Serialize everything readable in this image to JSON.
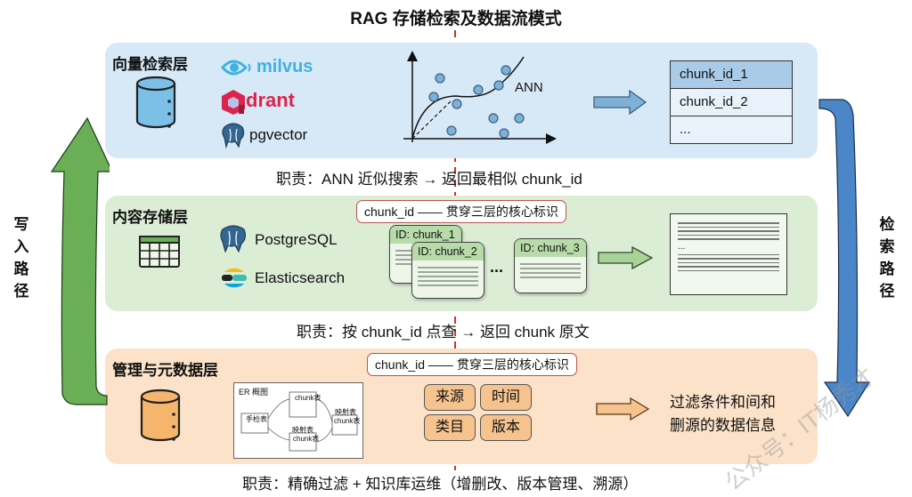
{
  "title": "RAG 存储检索及数据流模式",
  "core_id_label": "chunk_id —— 贯穿三层的核心标识",
  "write_path": {
    "label": "写入路径",
    "chars": [
      "写",
      "入",
      "路",
      "径"
    ],
    "color": "#6aaf55"
  },
  "retrieve_path": {
    "label": "检索路径",
    "chars": [
      "检",
      "索",
      "路",
      "径"
    ],
    "color": "#4a86c8"
  },
  "layers": {
    "vector": {
      "title": "向量检索层",
      "color": "#d7e9f7",
      "products": [
        "milvus",
        "drant",
        "pgvector"
      ],
      "chart_label": "ANN",
      "result_rows": [
        "chunk_id_1",
        "chunk_id_2",
        "..."
      ],
      "duty": "职责：ANN 近似搜索 → 返回最相似 chunk_id"
    },
    "content": {
      "title": "内容存储层",
      "color": "#dcedd6",
      "products": [
        "PostgreSQL",
        "Elasticsearch"
      ],
      "chunks": [
        "ID: chunk_1",
        "ID: chunk_2",
        "ID: chunk_3"
      ],
      "ellipsis": "...",
      "doc_ellipsis": "...",
      "duty": "职责：按 chunk_id 点查 → 返回 chunk 原文"
    },
    "meta": {
      "title": "管理与元数据层",
      "color": "#fbe2c8",
      "er": {
        "title": "ER 概图",
        "tables": [
          "手检表",
          "chunk表",
          "映射表",
          "映射表"
        ],
        "subtables": [
          "chunk表",
          "chunk表"
        ]
      },
      "tags": [
        "来源",
        "时间",
        "类目",
        "版本"
      ],
      "filter_lines": [
        "过滤条件和间和",
        "删源的数据信息"
      ],
      "duty": "职责：精确过滤 + 知识库运维（增删改、版本管理、溯源）"
    }
  },
  "watermark": "公众号：IT杨秀才"
}
